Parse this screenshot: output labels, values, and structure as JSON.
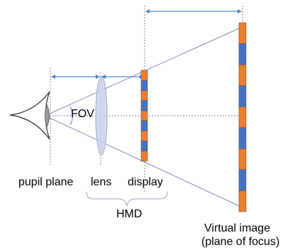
{
  "labels": {
    "fov": "FOV",
    "pupil_plane": "pupil plane",
    "lens": "lens",
    "display": "display",
    "hmd": "HMD",
    "virtual_image_line1": "Virtual image",
    "virtual_image_line2": "(plane of focus)"
  },
  "colors": {
    "ray": "#7f8fb5",
    "arrow": "#4f86c6",
    "guide": "#8a8a8a",
    "lens_fill": "#c9d3ea",
    "lens_stroke": "#9aaad0",
    "segment_orange": "#ed7d31",
    "segment_blue": "#4472c4",
    "segment_border": "#555555",
    "eye_iris": "#9a9a9a"
  },
  "display_pattern": [
    "orange",
    "blue",
    "orange",
    "blue",
    "orange",
    "blue",
    "orange",
    "blue",
    "orange"
  ],
  "virtual_image_pattern": [
    "orange",
    "blue",
    "orange",
    "blue",
    "orange",
    "blue",
    "orange",
    "blue",
    "orange"
  ]
}
